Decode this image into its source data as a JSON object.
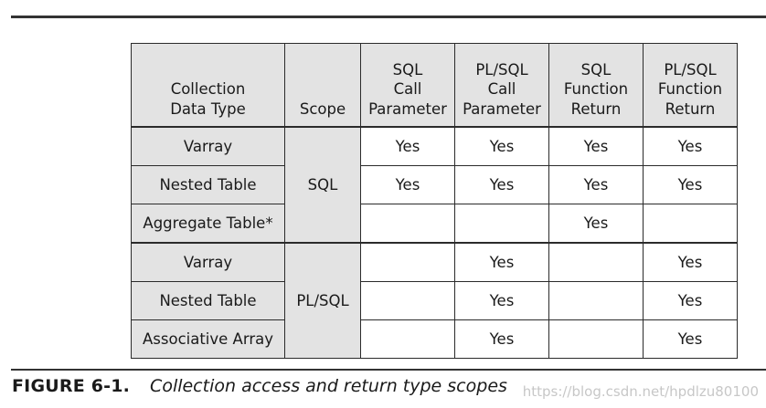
{
  "table": {
    "headers": [
      [
        "Collection",
        "Data Type"
      ],
      [
        "Scope"
      ],
      [
        "SQL",
        "Call",
        "Parameter"
      ],
      [
        "PL/SQL",
        "Call",
        "Parameter"
      ],
      [
        "SQL",
        "Function",
        "Return"
      ],
      [
        "PL/SQL",
        "Function",
        "Return"
      ]
    ],
    "groups": [
      {
        "scope": "SQL",
        "rows": [
          {
            "type": "Varray",
            "sql_call": "Yes",
            "plsql_call": "Yes",
            "sql_return": "Yes",
            "plsql_return": "Yes"
          },
          {
            "type": "Nested Table",
            "sql_call": "Yes",
            "plsql_call": "Yes",
            "sql_return": "Yes",
            "plsql_return": "Yes"
          },
          {
            "type": "Aggregate Table*",
            "sql_call": "",
            "plsql_call": "",
            "sql_return": "Yes",
            "plsql_return": ""
          }
        ]
      },
      {
        "scope": "PL/SQL",
        "rows": [
          {
            "type": "Varray",
            "sql_call": "",
            "plsql_call": "Yes",
            "sql_return": "",
            "plsql_return": "Yes"
          },
          {
            "type": "Nested Table",
            "sql_call": "",
            "plsql_call": "Yes",
            "sql_return": "",
            "plsql_return": "Yes"
          },
          {
            "type": "Associative Array",
            "sql_call": "",
            "plsql_call": "Yes",
            "sql_return": "",
            "plsql_return": "Yes"
          }
        ]
      }
    ]
  },
  "caption": {
    "label": "FIGURE 6-1.",
    "text": "Collection access and return type scopes"
  },
  "watermark": "https://blog.csdn.net/hpdlzu80100",
  "colors": {
    "header_fill": "#e3e3e3",
    "rule": "#333333"
  }
}
